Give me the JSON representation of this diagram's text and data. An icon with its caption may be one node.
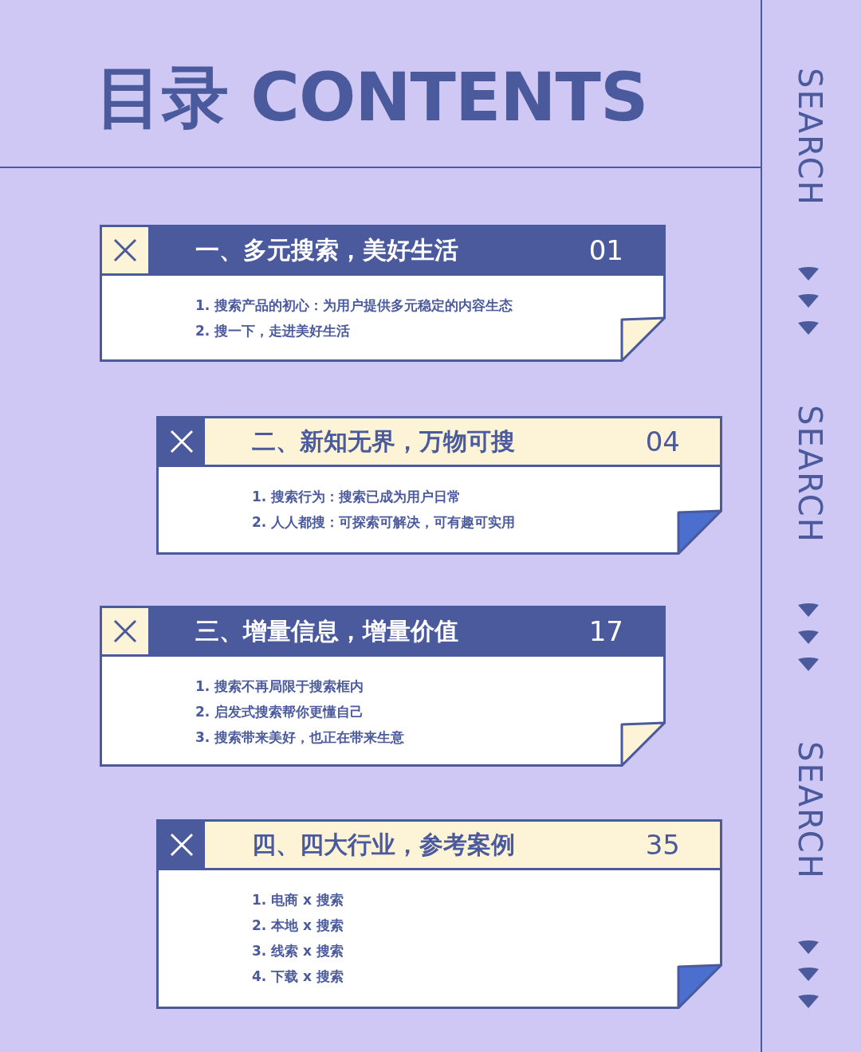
{
  "diagram": {
    "title": "目录 CONTENTS",
    "nodes": [
      {
        "text": [
          "一、多元搜索，美好生活",
          "01",
          "1. 搜索产品的初心：为用户提供多元稳定的内容生态",
          "2. 搜一下，走进美好生活"
        ]
      },
      {
        "text": [
          "二、新知无界，万物可搜",
          "04",
          "1. 搜索行为：搜索已成为用户日常",
          "2. 人人都搜：可探索可解决，可有趣可实用"
        ]
      },
      {
        "text": [
          "三、增量信息，增量价值",
          "17",
          "1. 搜索不再局限于搜索框内",
          "2. 启发式搜索帮你更懂自己",
          "3. 搜索带来美好，也正在带来生意"
        ]
      },
      {
        "text": [
          "四、四大行业，参考案例",
          "35",
          "1. 电商 x 搜索",
          "2. 本地 x 搜索",
          "3. 线索 x 搜索",
          "4. 下载 x 搜索"
        ]
      }
    ],
    "labels": [
      "SEARCH",
      "SEARCH",
      "SEARCH"
    ]
  }
}
